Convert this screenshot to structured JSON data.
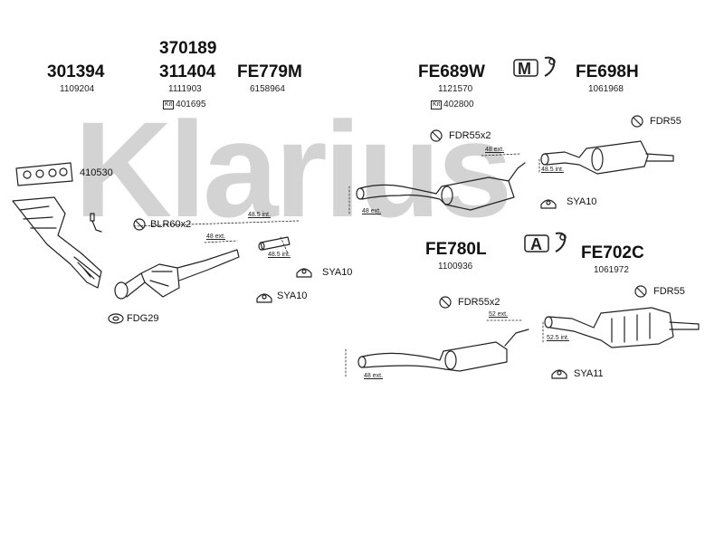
{
  "watermark": "Klarius",
  "parts": [
    {
      "id": "p1",
      "number": "301394",
      "sub": "1109204"
    },
    {
      "id": "p2a",
      "number": "370189"
    },
    {
      "id": "p2b",
      "number": "311404",
      "sub": "1111903",
      "kit": "401695"
    },
    {
      "id": "p3",
      "number": "FE779M",
      "sub": "6158964"
    },
    {
      "id": "p4",
      "number": "FE689W",
      "sub": "1121570",
      "kit": "402800"
    },
    {
      "id": "p5",
      "number": "FE698H",
      "sub": "1061968"
    },
    {
      "id": "p6",
      "number": "FE780L",
      "sub": "1100936"
    },
    {
      "id": "p7",
      "number": "FE702C",
      "sub": "1061972"
    }
  ],
  "kit_badge": "Kit",
  "fittings": {
    "gasket_410530": "410530",
    "blr": "BLR60x2",
    "fdg": "FDG29",
    "sya10_a": "SYA10",
    "sya10_b": "SYA10",
    "sya10_c": "SYA10",
    "fdr55x2_top": "FDR55x2",
    "fdr55_top": "FDR55",
    "fdr55x2_bottom": "FDR55x2",
    "fdr55_bottom": "FDR55",
    "sya11": "SYA11"
  },
  "dimensions": {
    "d1": "48.5 int.",
    "d2": "48 ext.",
    "d3": "48.5 int.",
    "d4": "48 ext.",
    "d5": "48 ext.",
    "d6": "48.5 int.",
    "d7": "52 ext.",
    "d8": "52.5 int.",
    "d9": "48 ext."
  },
  "body_type_icons": {
    "top": "M/",
    "bottom": "A/"
  }
}
